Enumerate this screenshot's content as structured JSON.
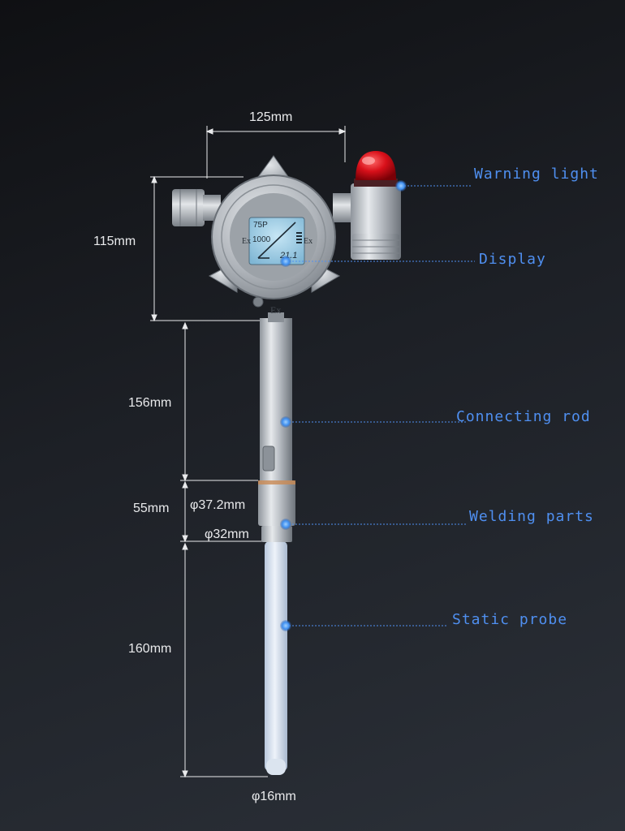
{
  "dimensions": {
    "width_top": "125mm",
    "height_head": "115mm",
    "rod_length": "156mm",
    "welding_length": "55mm",
    "welding_outer_diameter": "φ37.2mm",
    "welding_inner_diameter": "φ32mm",
    "probe_length": "160mm",
    "probe_diameter": "φ16mm"
  },
  "callouts": {
    "warning_light": "Warning light",
    "display": "Display",
    "connecting_rod": "Connecting rod",
    "welding_parts": "Welding parts",
    "static_probe": "Static probe"
  },
  "display_screen": {
    "top_left": "75P",
    "middle_left": "1000",
    "reading": "21.1",
    "ex_left": "Ex",
    "ex_right": "Ex"
  },
  "housing_marks": {
    "base_mark": "Ex"
  },
  "colors": {
    "accent_blue": "#4f8ff0",
    "warning_red": "#d8101a",
    "probe_white": "#d9e4f3",
    "lcd_blue": "#a8d3ea"
  }
}
